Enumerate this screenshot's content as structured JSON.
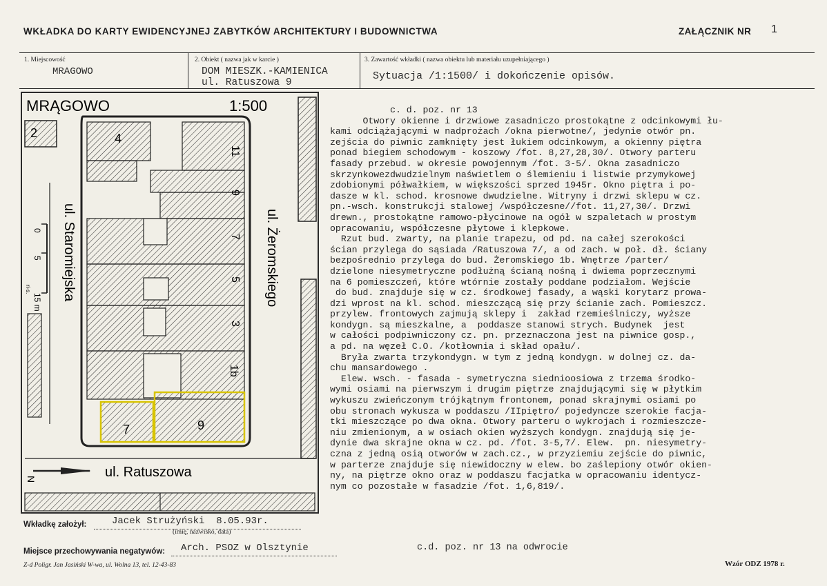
{
  "header": {
    "title": "WKŁADKA DO KARTY EWIDENCYJNEJ ZABYTKÓW ARCHITEKTURY I BUDOWNICTWA",
    "annex_label": "ZAŁĄCZNIK NR",
    "annex_number": "1"
  },
  "fields": {
    "locality_label": "1. Miejscowość",
    "locality_value": "MRAGOWO",
    "object_label": "2. Obiekt",
    "object_label_note": "( nazwa jak w karcie )",
    "object_value_1": "DOM MIESZK.-KAMIENICA",
    "object_value_2": "ul. Ratuszowa 9",
    "content_label": "3. Zawartość wkładki",
    "content_label_note": "( nazwa obiektu lub materiału uzupełniającego )",
    "content_value": "Sytuacja /1:1500/ i dokończenie opisów."
  },
  "map": {
    "town": "MRĄGOWO",
    "scale": "1:500",
    "street_staromiejska": "ul. Staromiejska",
    "street_zeromskiego": "ul. Żeromskiego",
    "street_ratuszowa": "ul. Ratuszowa",
    "scale_0": "0",
    "scale_5": "5",
    "scale_15": "15 m",
    "scale_note": "ri-s.",
    "north_mark": "N",
    "block_labels": [
      "4",
      "11",
      "9",
      "7",
      "5",
      "3",
      "1b",
      "7",
      "9",
      "2"
    ]
  },
  "description": {
    "lines": [
      "           c. d. poz. nr 13",
      "      Otwory okienne i drzwiowe zasadniczo prostokątne z odcinkowymi łu-",
      "kami odciążającymi w nadprożach /okna pierwotne/, jedynie otwór pn.",
      "zejścia do piwnic zamknięty jest łukiem odcinkowym, a okienny piętra",
      "ponad biegiem schodowym - koszowy /fot. 8,27,28,30/. Otwory parteru",
      "fasady przebud. w okresie powojennym /fot. 3-5/. Okna zasadniczo",
      "skrzynkowezdwudzielnym naświetlem o ślemieniu i listwie przymykowej",
      "zdobionymi półwałkiem, w większości sprzed 1945r. Okno piętra i po-",
      "dasze w kl. schod. krosnowe dwudzielne. Witryny i drzwi sklepu w cz.",
      "pn.-wsch. konstrukcji stalowej /współczesne//fot. 11,27,30/. Drzwi",
      "drewn., prostokątne ramowo-płycinowe na ogół w szpaletach w prostym",
      "opracowaniu, współczesne płytowe i klepkowe.",
      "  Rzut bud. zwarty, na planie trapezu, od pd. na całej szerokości",
      "ścian przylega do sąsiada /Ratuszowa 7/, a od zach. w poł. dł. ściany",
      "bezpośrednio przylega do bud. Żeromskiego 1b. Wnętrze /parter/",
      "dzielone niesymetryczne podłużną ścianą nośną i dwiema poprzecznymi",
      "na 6 pomieszczeń, które wtórnie zostały poddane podziałom. Wejście",
      " do bud. znajduje się w cz. środkowej fasady, a wąski korytarz prowa-",
      "dzi wprost na kl. schod. mieszczącą się przy ścianie zach. Pomieszcz.",
      "przylew. frontowych zajmują sklepy i  zakład rzemieślniczy, wyższe",
      "kondygn. są mieszkalne, a  poddasze stanowi strych. Budynek  jest",
      "w całości podpiwniczony cz. pn. przeznaczona jest na piwnice gosp.,",
      "a pd. na węzeł C.O. /kotłownia i skład opału/.",
      "  Bryła zwarta trzykondygn. w tym z jedną kondygn. w dolnej cz. da-",
      "chu mansardowego .",
      "  Elew. wsch. - fasada - symetryczna siednioosiowa z trzema środko-",
      "wymi osiami na pierwszym i drugim piętrze znajdującymi się w płytkim",
      "wykuszu zwieńczonym trójkątnym frontonem, ponad skrajnymi osiami po",
      "obu stronach wykusza w poddaszu /IIpiętro/ pojedyncze szerokie facja-",
      "tki mieszczące po dwa okna. Otwory parteru o wykrojach i rozmieszcze-",
      "niu zmienionym, a w osiach okien wyższych kondygn. znajdują się je-",
      "dynie dwa skrajne okna w cz. pd. /fot. 3-5,7/. Elew.  pn. niesymetry-",
      "czna z jedną osią otworów w zach.cz., w przyziemiu zejście do piwnic,",
      "w parterze znajduje się niewidoczny w elew. bo zaślepiony otwór okien-",
      "ny, na piętrze okno oraz w poddaszu facjatka w opracowaniu identycz-",
      "nym co pozostałe w fasadzie /fot. 1,6,819/."
    ],
    "continuation": "c.d. poz. nr 13 na odwrocie"
  },
  "footer": {
    "founder_label": "Wkładkę założył:",
    "founder_value": "Jacek Strużyński  8.05.93r.",
    "founder_note": "(imię, nazwisko, data)",
    "negatives_label": "Miejsce przechowywania negatywów:",
    "negatives_value": "Arch. PSOZ w Olsztynie",
    "printer": "Z-d Poligr. Jan Jasiński W-wa, ul. Wolna 13, tel. 12-43-83",
    "form_code": "Wzór ODZ 1978 r."
  },
  "colors": {
    "paper": "#f3f1ea",
    "ink": "#1d1d1f",
    "highlight": "#d8c400"
  }
}
